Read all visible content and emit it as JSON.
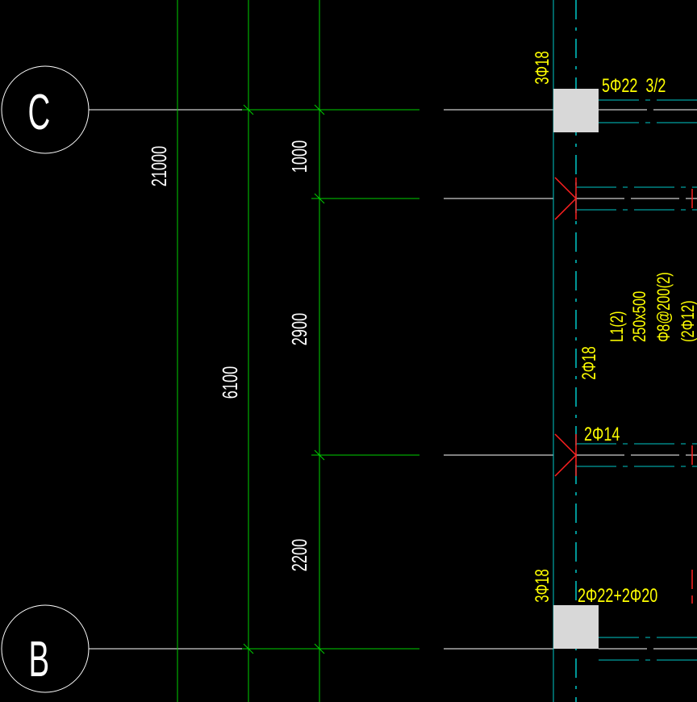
{
  "colors": {
    "background": "#000000",
    "white": "#ffffff",
    "green": "#00d000",
    "yellow": "#ffff00",
    "cyan": "#00c8c8",
    "red": "#ff2020",
    "column_fill": "#d8d8d8"
  },
  "axes": {
    "top_label": "C",
    "bottom_label": "B"
  },
  "dimensions": {
    "overall": "21000",
    "span": "6100",
    "seg_top": "1000",
    "seg_mid": "2900",
    "seg_bottom": "2200"
  },
  "rebar": {
    "top_column_side": "3Φ18",
    "top_beam": "5Φ22  3/2",
    "mid_bottom_bars": "2Φ18",
    "mid_side_bars": "2Φ14",
    "bottom_column_side": "3Φ18",
    "bottom_beam": "2Φ22+2Φ20"
  },
  "beam_label": {
    "line1": "L1(2)",
    "line2": "250x500",
    "line3": "Φ8@200(2)",
    "line4": "(2Φ12)"
  }
}
